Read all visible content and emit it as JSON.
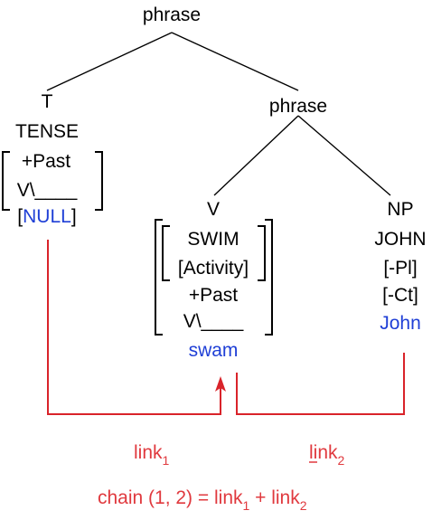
{
  "tree": {
    "root": {
      "label": "phrase"
    },
    "t_node": {
      "category": "T",
      "head": "TENSE",
      "features": [
        "+Past",
        "V\\____"
      ],
      "null_feature": [
        "[",
        "NULL",
        "]"
      ]
    },
    "inner_phrase": {
      "label": "phrase"
    },
    "v_node": {
      "category": "V",
      "head": "SWIM",
      "features": [
        "[Activity]",
        "+Past",
        "V\\____"
      ],
      "form": "swam"
    },
    "np_node": {
      "category": "NP",
      "head": "JOHN",
      "features": [
        "[-Pl]",
        "[-Ct]"
      ],
      "form": "John"
    }
  },
  "links": {
    "link1": {
      "base": "link",
      "sub": "1"
    },
    "link2": {
      "base": "link",
      "sub": "2"
    },
    "chain": {
      "prefix": "chain (1, 2) = link",
      "sub1": "1",
      "plus": " + link",
      "sub2": "2"
    }
  },
  "colors": {
    "lexical_form": "#1f3fd6",
    "link": "#d9232a",
    "tree": "#000000"
  }
}
